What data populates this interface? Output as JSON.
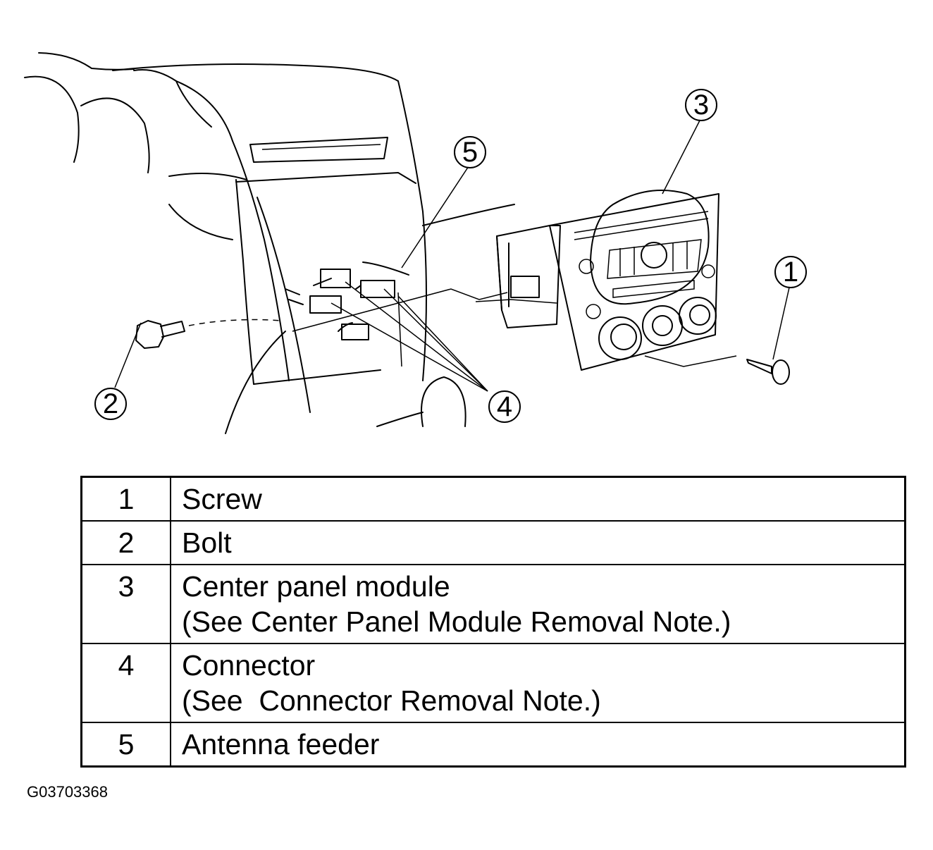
{
  "callouts": [
    "1",
    "2",
    "3",
    "4",
    "5"
  ],
  "legend": [
    {
      "num": "1",
      "label": "Screw",
      "note": ""
    },
    {
      "num": "2",
      "label": "Bolt",
      "note": ""
    },
    {
      "num": "3",
      "label": "Center panel module",
      "note": "(See Center Panel Module Removal Note.)"
    },
    {
      "num": "4",
      "label": "Connector",
      "note": "(See  Connector Removal Note.)"
    },
    {
      "num": "5",
      "label": "Antenna feeder",
      "note": ""
    }
  ],
  "figure_id": "G03703368"
}
